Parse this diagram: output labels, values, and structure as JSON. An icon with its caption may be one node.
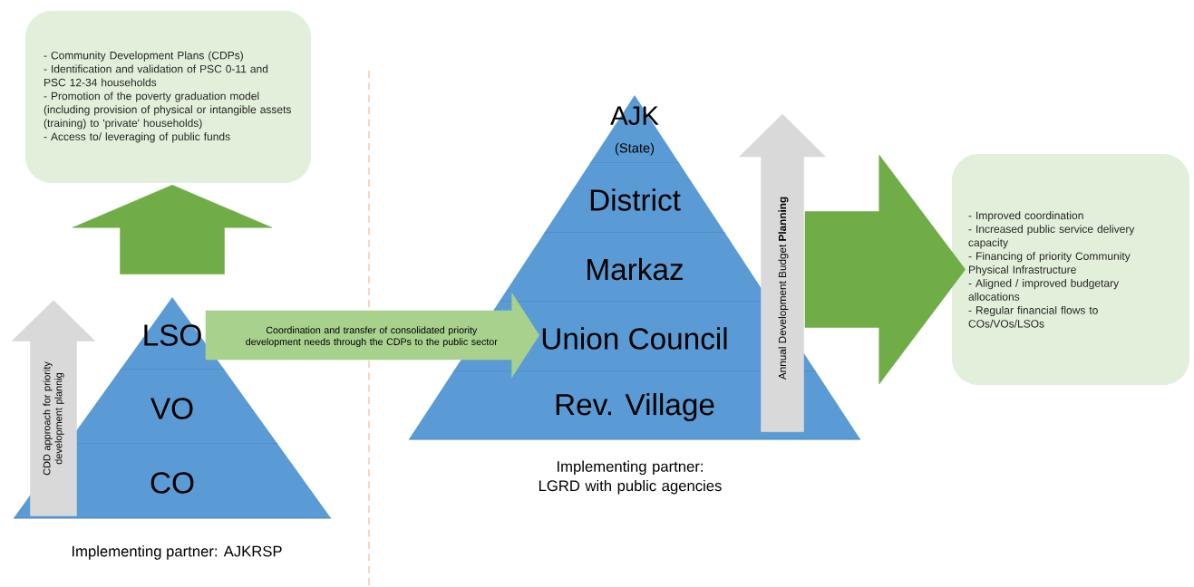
{
  "diagram": {
    "nodes": [
      {
        "text": [
          "- Community Development Plans (CDPs)",
          "- Identification and validation of PSC 0-11 and PSC 12-34 households",
          "- Promotion of the poverty graduation model (including provision of physical or intangible assets (training) to 'private' households)",
          "- Access to/ leveraging of public funds"
        ]
      },
      {
        "text": [
          "LSO"
        ]
      },
      {
        "text": [
          "VO"
        ]
      },
      {
        "text": [
          "CO"
        ]
      },
      {
        "text": [
          "AJK",
          "(State)"
        ]
      },
      {
        "text": [
          "District"
        ]
      },
      {
        "text": [
          "Markaz"
        ]
      },
      {
        "text": [
          "Union Council"
        ]
      },
      {
        "text": [
          "Rev. Village"
        ]
      },
      {
        "text": [
          "- Improved coordination",
          "- Increased public service delivery capacity",
          "- Financing of priority Community Physical Infrastructure",
          "- Aligned / improved budgetary allocations",
          "- Regular financial flows to COs/VOs/LSOs"
        ]
      }
    ],
    "edges": [
      {
        "from": 1,
        "to": 0,
        "arrow": "to"
      },
      {
        "from": 1,
        "to": 7,
        "arrow": "to",
        "label": "Coordination and transfer of consolidated priority development needs through the CDPs to the public sector",
        "color": "#a9d18e"
      },
      {
        "from": null,
        "to": 9,
        "arrow": "to"
      },
      {
        "from": 3,
        "to": 1,
        "arrow": "to",
        "label": "CDD approach for priority development plannig",
        "color": "#d9d9d9"
      },
      {
        "from": 8,
        "to": 4,
        "arrow": "to",
        "label": "Annual Development Budget **Planning**",
        "color": "#d9d9d9"
      }
    ],
    "labels": [
      "Implementing partner: LGRD with public agencies",
      "Implementing partner: AJKRSP"
    ]
  }
}
